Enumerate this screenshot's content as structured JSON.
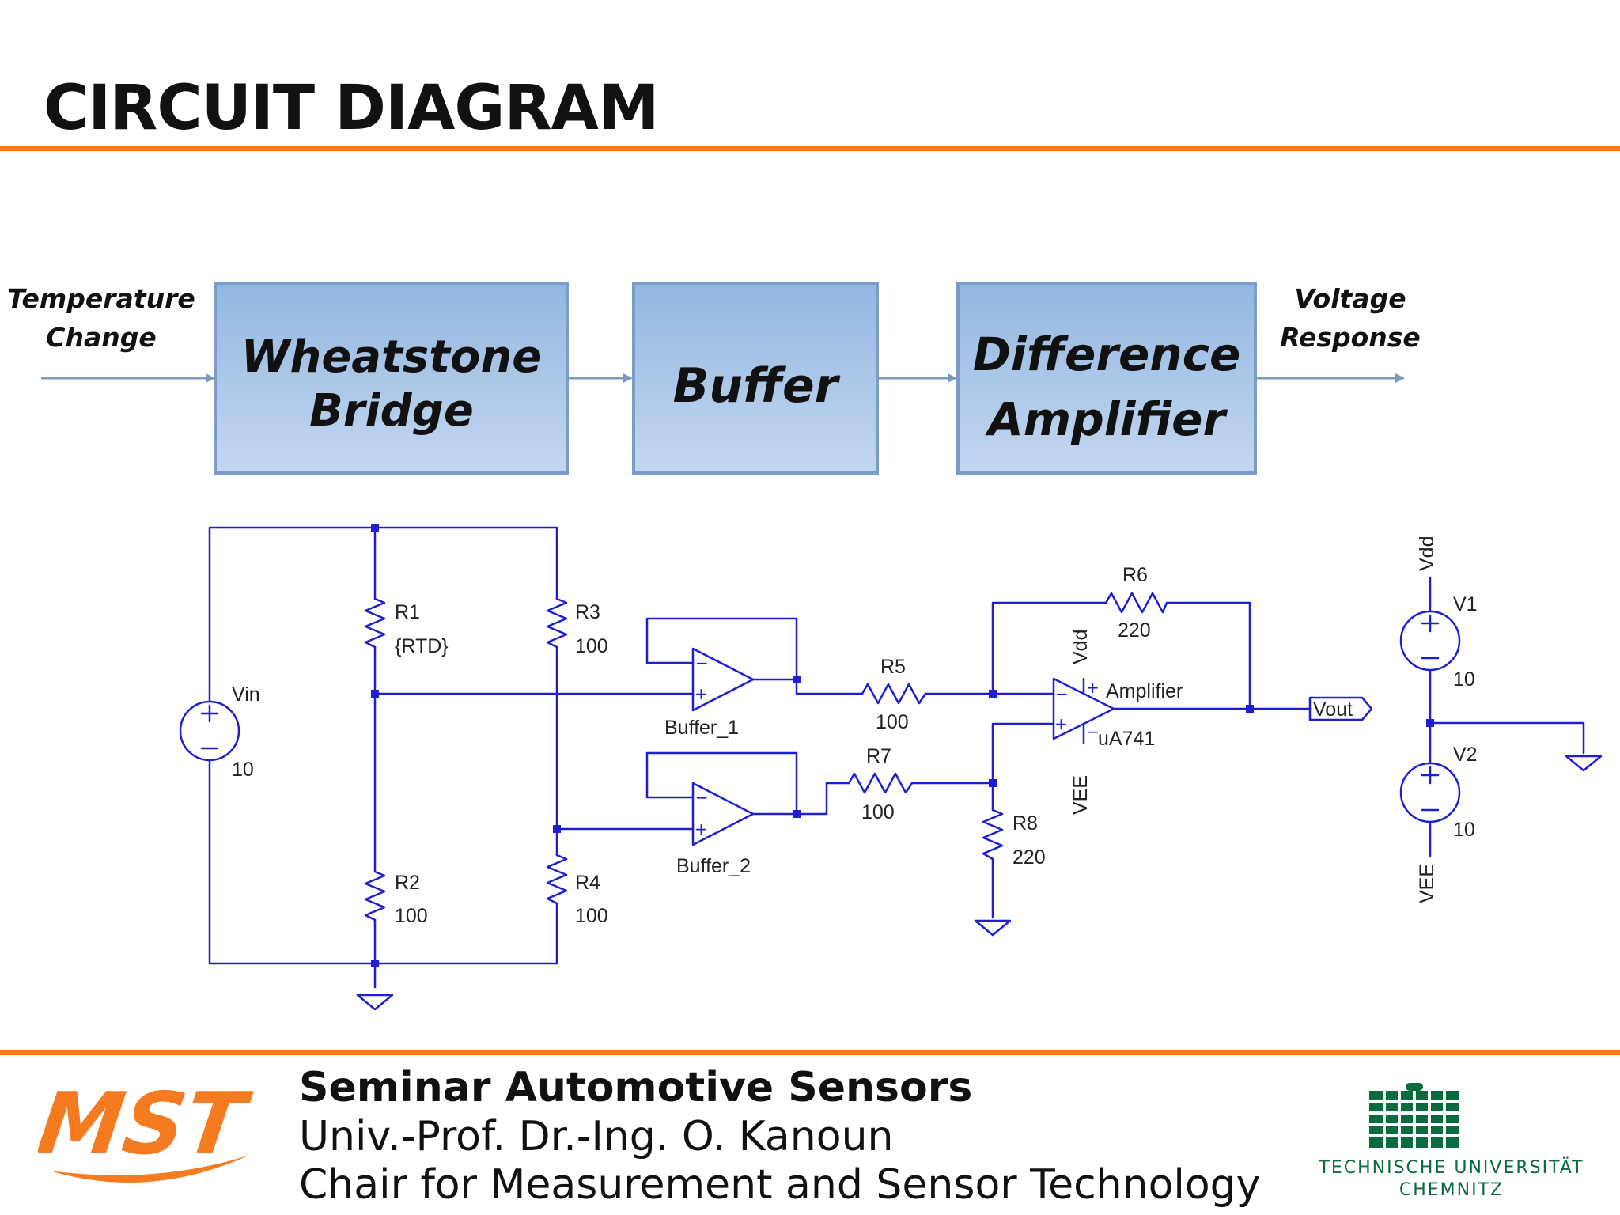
{
  "title": "CIRCUIT DIAGRAM",
  "colors": {
    "accent": "#f47b20",
    "wire": "#1f1fd0",
    "block_fill_top": "#93b7e0",
    "block_fill_bottom": "#c3d7f1",
    "block_border": "#7a9cc7",
    "tu_green": "#0a6b3d"
  },
  "block_diagram": {
    "input_label": [
      "Temperature",
      "Change"
    ],
    "output_label": [
      "Voltage",
      "Response"
    ],
    "blocks": [
      {
        "lines": [
          "Wheatstone",
          "Bridge"
        ]
      },
      {
        "lines": [
          "Buffer"
        ]
      },
      {
        "lines": [
          "Difference",
          "Amplifier"
        ]
      }
    ]
  },
  "circuit": {
    "vin": {
      "name": "Vin",
      "value": "10"
    },
    "r1": {
      "name": "R1",
      "value": "{RTD}"
    },
    "r2": {
      "name": "R2",
      "value": "100"
    },
    "r3": {
      "name": "R3",
      "value": "100"
    },
    "r4": {
      "name": "R4",
      "value": "100"
    },
    "r5": {
      "name": "R5",
      "value": "100"
    },
    "r6": {
      "name": "R6",
      "value": "220"
    },
    "r7": {
      "name": "R7",
      "value": "100"
    },
    "r8": {
      "name": "R8",
      "value": "220"
    },
    "buffer1": "Buffer_1",
    "buffer2": "Buffer_2",
    "amp_name": "Amplifier",
    "amp_part": "uA741",
    "amp_vdd": "Vdd",
    "amp_vee": "VEE",
    "vout": "Vout",
    "v1": {
      "name": "V1",
      "value": "10"
    },
    "v2": {
      "name": "V2",
      "value": "10"
    },
    "supply_vdd": "Vdd",
    "supply_vee": "VEE"
  },
  "footer": {
    "title": "Seminar Automotive Sensors",
    "line1": "Univ.-Prof. Dr.-Ing. O. Kanoun",
    "line2": "Chair for Measurement and Sensor Technology",
    "mst_logo_text": "MST",
    "tu_line1": "TECHNISCHE UNIVERSITÄT",
    "tu_line2": "CHEMNITZ"
  }
}
